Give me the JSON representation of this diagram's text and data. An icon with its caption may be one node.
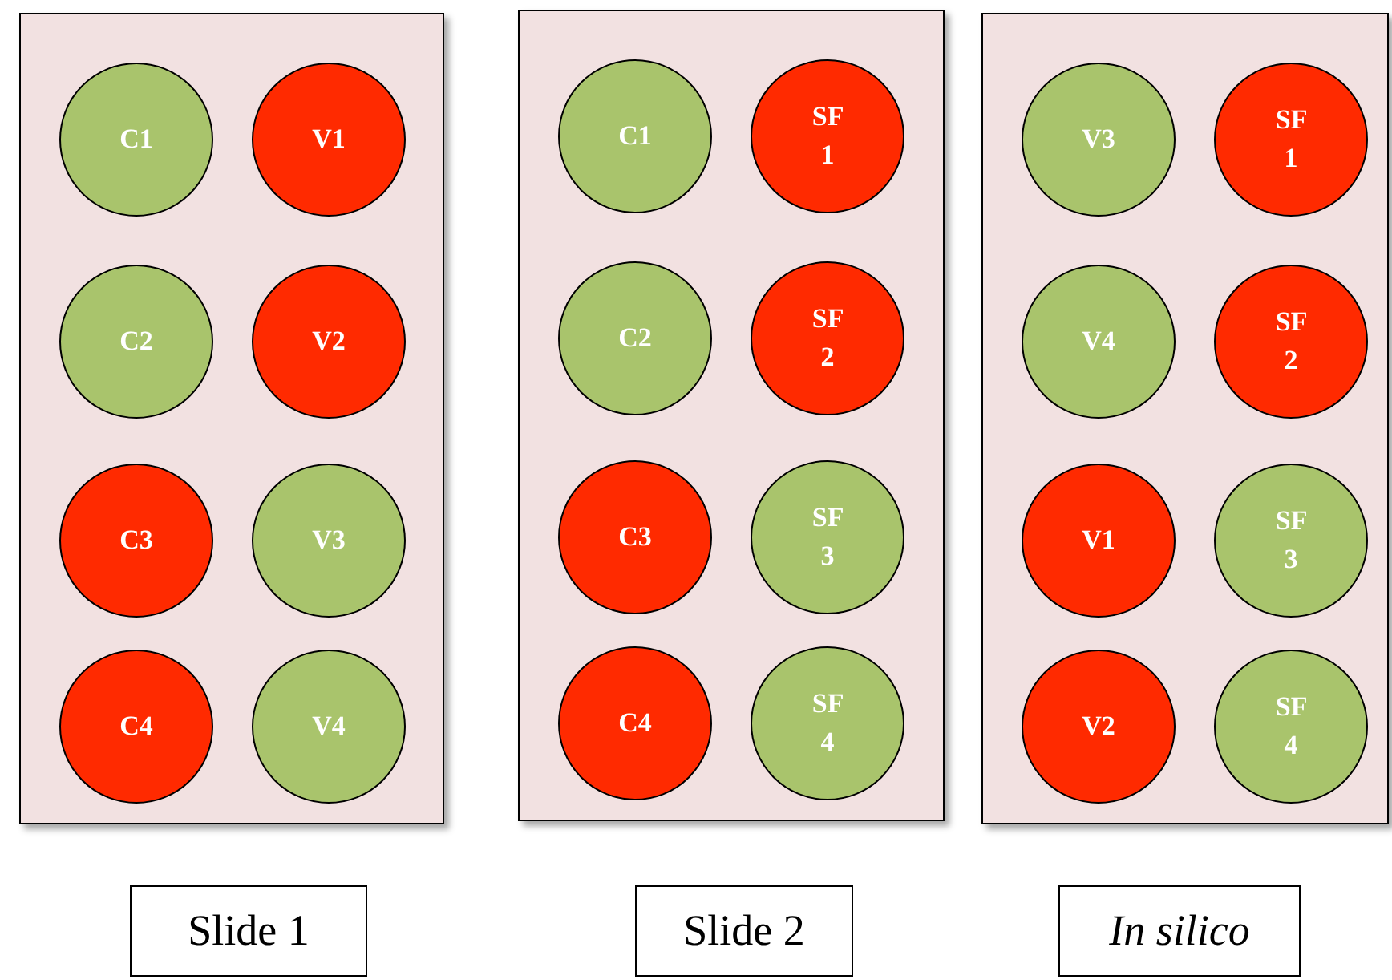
{
  "diagram": {
    "nodes": [
      {
        "text": [],
        "shape": "box"
      },
      {
        "text": [
          "C1"
        ],
        "in": 0
      },
      {
        "text": [
          "V1"
        ],
        "in": 0
      },
      {
        "text": [
          "C2"
        ],
        "in": 0
      },
      {
        "text": [
          "V2"
        ],
        "in": 0
      },
      {
        "text": [
          "C3"
        ],
        "in": 0
      },
      {
        "text": [
          "V3"
        ],
        "in": 0
      },
      {
        "text": [
          "C4"
        ],
        "in": 0
      },
      {
        "text": [
          "V4"
        ],
        "in": 0
      },
      {
        "text": [],
        "shape": "box"
      },
      {
        "text": [
          "C1"
        ],
        "in": 9
      },
      {
        "text": [
          "SF 1"
        ],
        "in": 9
      },
      {
        "text": [
          "C2"
        ],
        "in": 9
      },
      {
        "text": [
          "SF 2"
        ],
        "in": 9
      },
      {
        "text": [
          "C3"
        ],
        "in": 9
      },
      {
        "text": [
          "SF 3"
        ],
        "in": 9
      },
      {
        "text": [
          "C4"
        ],
        "in": 9
      },
      {
        "text": [
          "SF 4"
        ],
        "in": 9
      },
      {
        "text": [],
        "shape": "box"
      },
      {
        "text": [
          "V3"
        ],
        "in": 18
      },
      {
        "text": [
          "SF 1"
        ],
        "in": 18
      },
      {
        "text": [
          "V4"
        ],
        "in": 18
      },
      {
        "text": [
          "SF 2"
        ],
        "in": 18
      },
      {
        "text": [
          "V1"
        ],
        "in": 18
      },
      {
        "text": [
          "SF 3"
        ],
        "in": 18
      },
      {
        "text": [
          "V2"
        ],
        "in": 18
      },
      {
        "text": [
          "SF 4"
        ],
        "in": 18
      },
      {
        "text": [
          "Slide 1"
        ]
      },
      {
        "text": [
          "Slide 2"
        ]
      },
      {
        "text": [
          "In silico"
        ]
      }
    ]
  }
}
